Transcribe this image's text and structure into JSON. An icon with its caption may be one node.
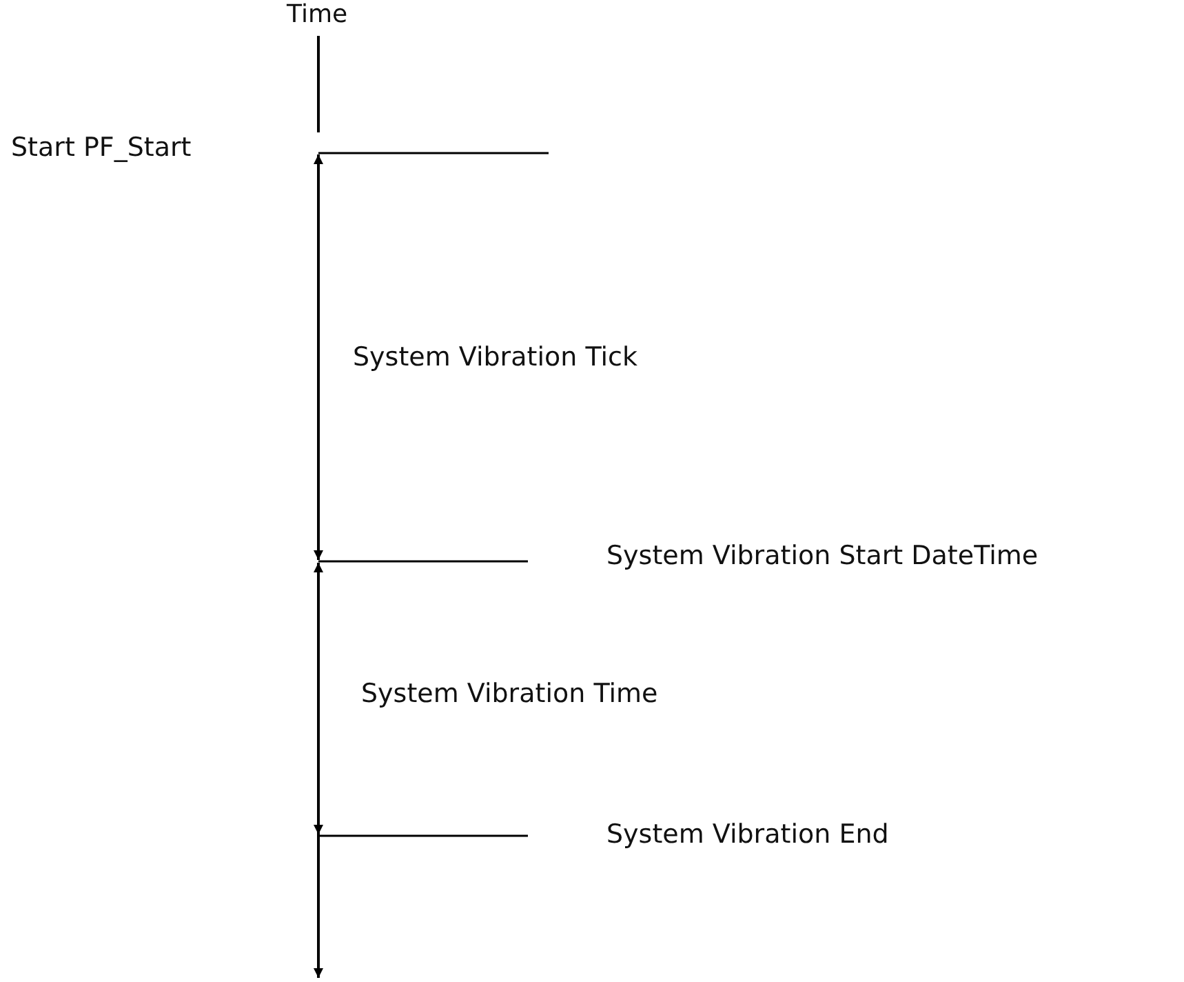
{
  "diagram": {
    "labels": [
      "Time",
      "Start PF_Start",
      "System Vibration Tick",
      "System Vibration Start DateTime",
      "System Vibration Time",
      "System Vibration End"
    ]
  }
}
